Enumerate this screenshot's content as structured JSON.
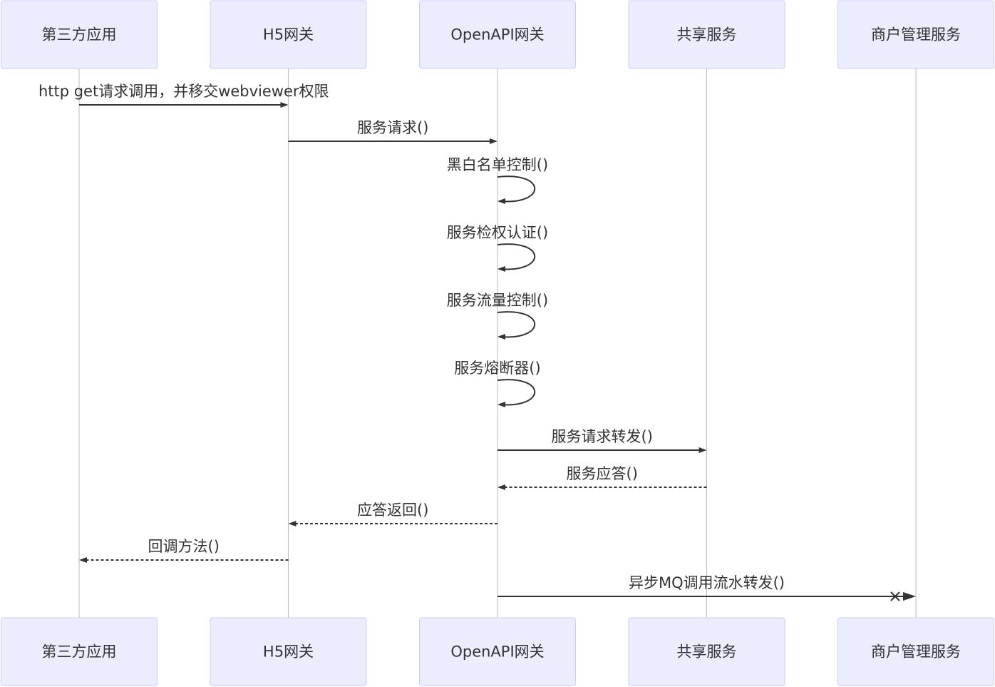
{
  "participants": [
    {
      "id": "third",
      "label": "第三方应用"
    },
    {
      "id": "h5",
      "label": "H5网关"
    },
    {
      "id": "openapi",
      "label": "OpenAPI网关"
    },
    {
      "id": "shared",
      "label": "共享服务"
    },
    {
      "id": "merchant",
      "label": "商户管理服务"
    }
  ],
  "messages": [
    {
      "from": "third",
      "to": "h5",
      "text": "http get请求调用，并移交webviewer权限",
      "style": "solid",
      "arrow": "filled"
    },
    {
      "from": "h5",
      "to": "openapi",
      "text": "服务请求()",
      "style": "solid",
      "arrow": "filled"
    },
    {
      "from": "openapi",
      "to": "openapi",
      "text": "黑白名单控制()",
      "style": "solid",
      "arrow": "filled"
    },
    {
      "from": "openapi",
      "to": "openapi",
      "text": "服务检权认证()",
      "style": "solid",
      "arrow": "filled"
    },
    {
      "from": "openapi",
      "to": "openapi",
      "text": "服务流量控制()",
      "style": "solid",
      "arrow": "filled"
    },
    {
      "from": "openapi",
      "to": "openapi",
      "text": "服务熔断器()",
      "style": "solid",
      "arrow": "filled"
    },
    {
      "from": "openapi",
      "to": "shared",
      "text": "服务请求转发()",
      "style": "solid",
      "arrow": "filled"
    },
    {
      "from": "shared",
      "to": "openapi",
      "text": "服务应答()",
      "style": "dotted",
      "arrow": "filled"
    },
    {
      "from": "openapi",
      "to": "h5",
      "text": "应答返回()",
      "style": "dotted",
      "arrow": "filled"
    },
    {
      "from": "h5",
      "to": "third",
      "text": "回调方法()",
      "style": "dotted",
      "arrow": "filled"
    },
    {
      "from": "openapi",
      "to": "merchant",
      "text": "异步MQ调用流水转发()",
      "style": "solid",
      "arrow": "async-cross"
    }
  ]
}
